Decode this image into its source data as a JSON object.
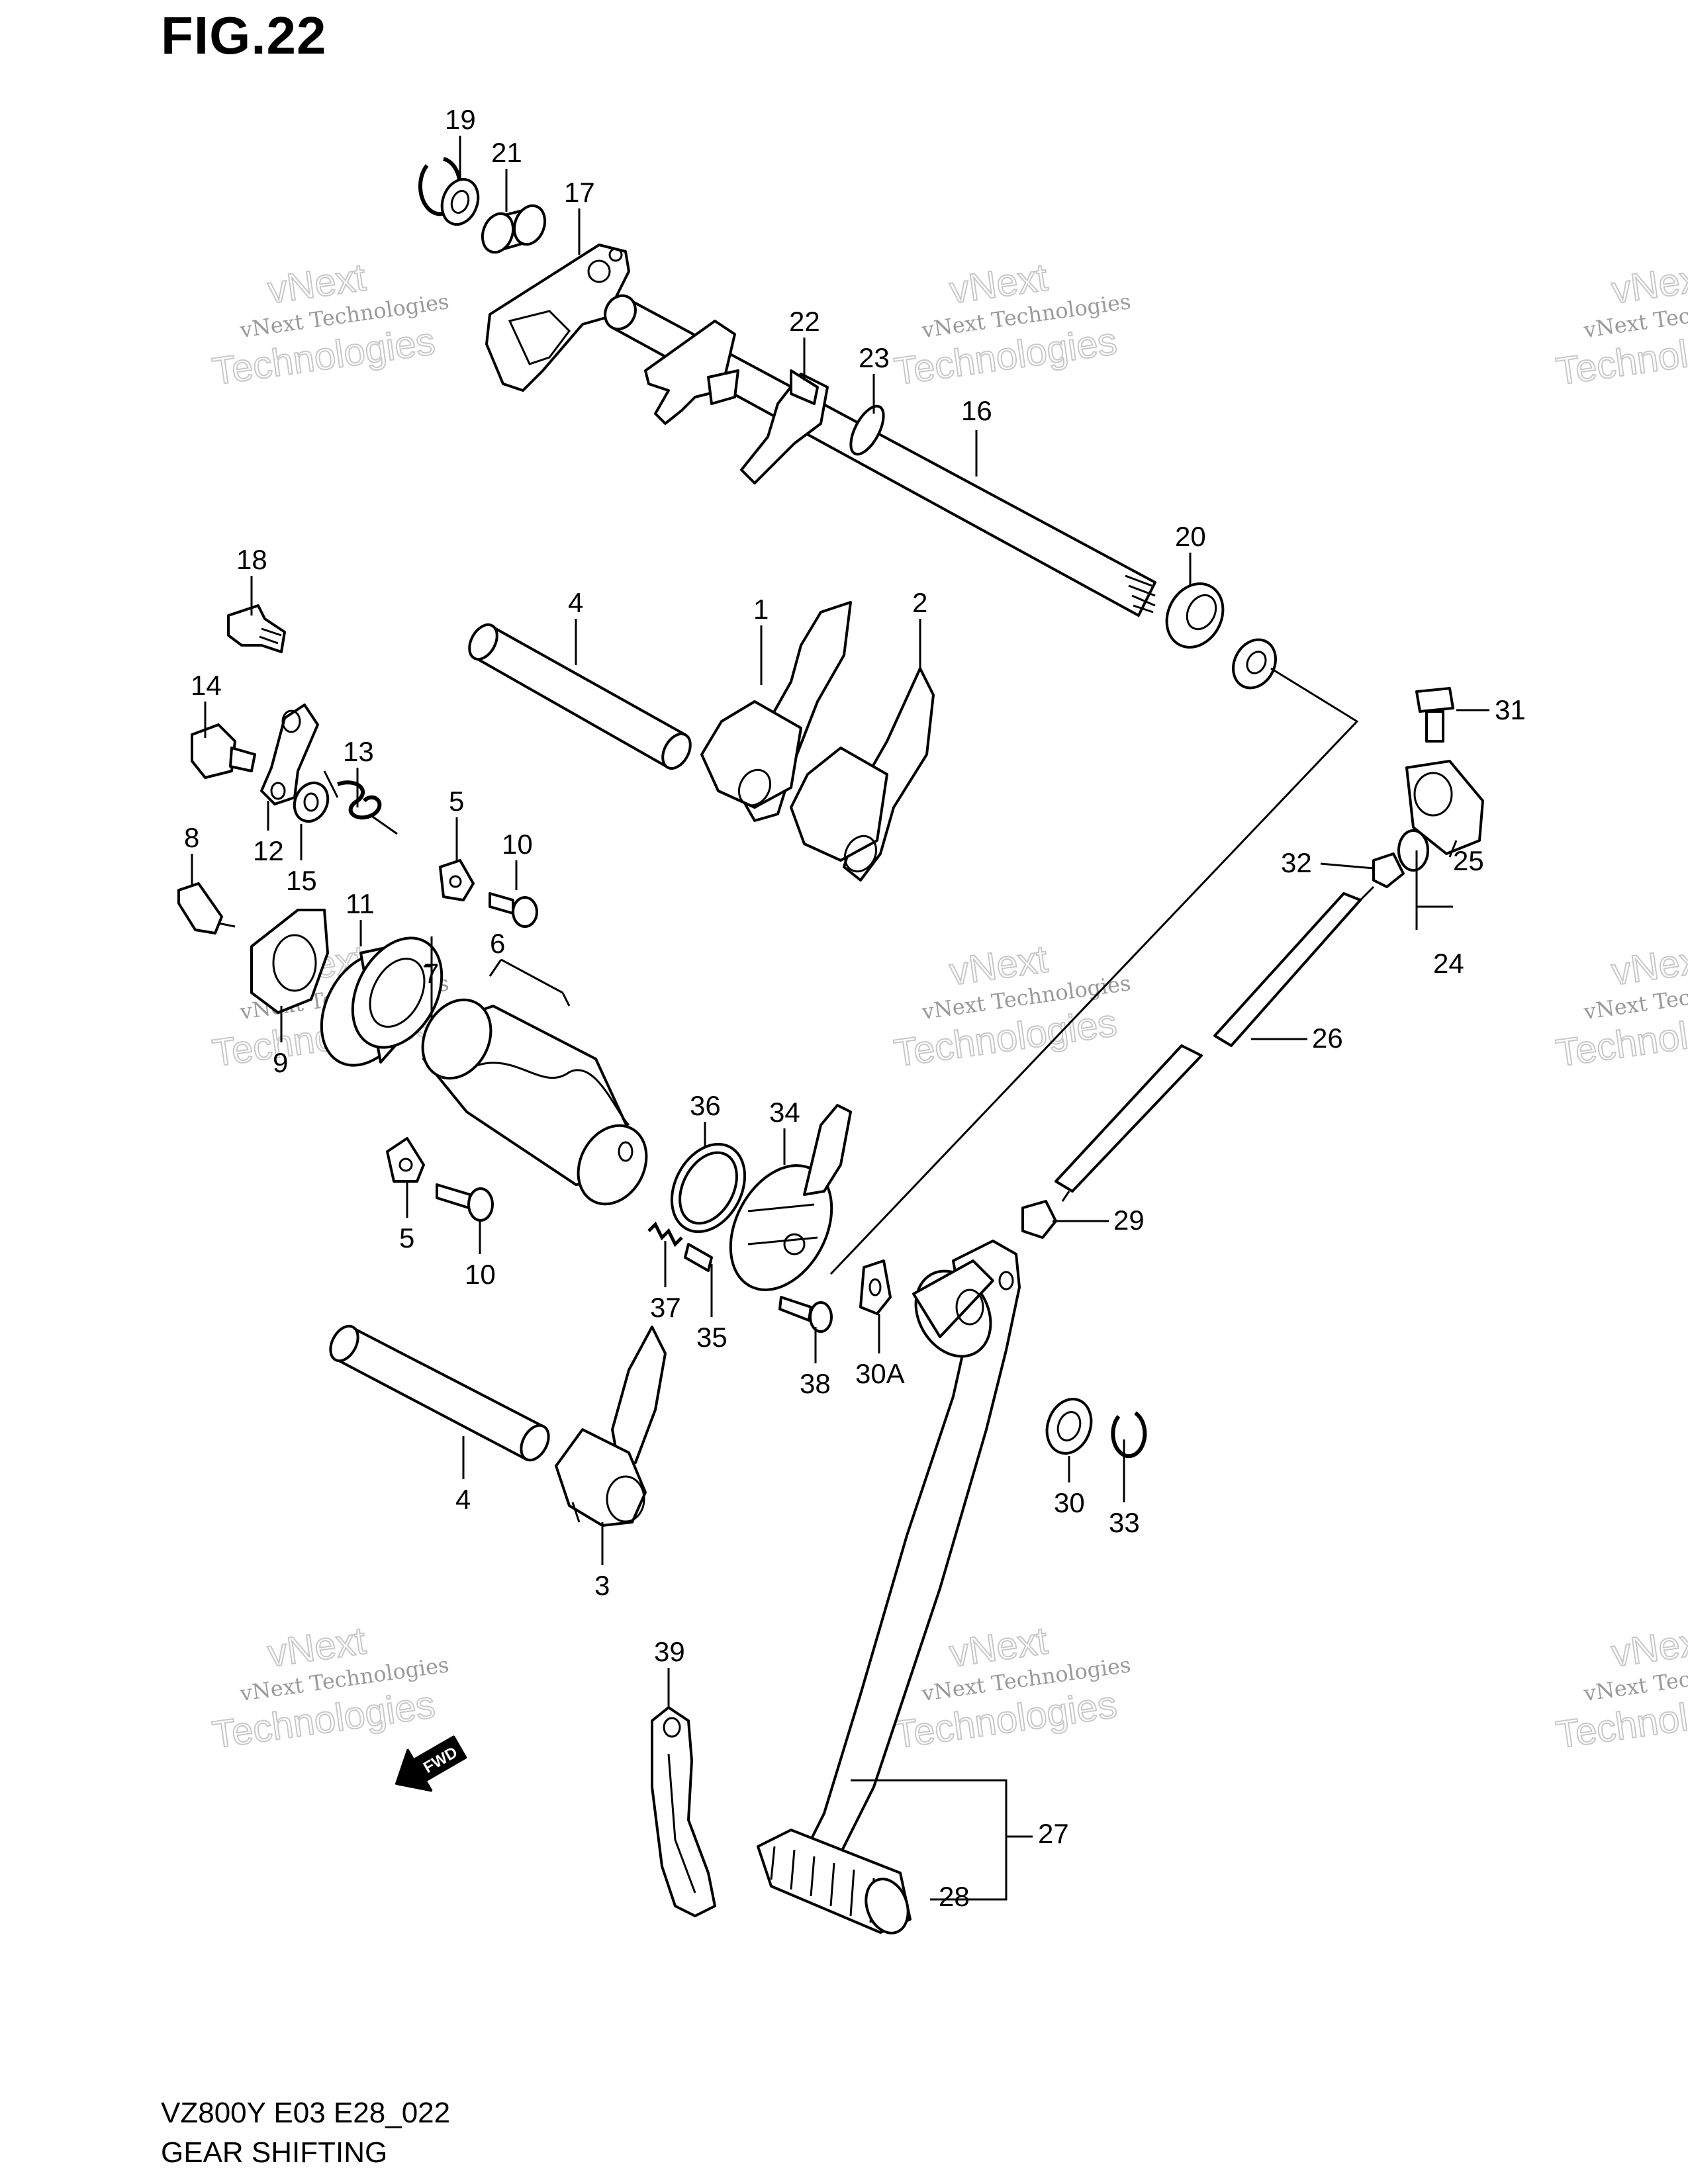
{
  "figure": {
    "title": "FIG.22",
    "model_code": "VZ800Y E03 E28_022",
    "section_name": "GEAR SHIFTING",
    "fwd_label": "FWD"
  },
  "watermark": {
    "line_small": "vNext Technologies",
    "word_top": "vNext",
    "word_bottom": "Technologies"
  },
  "callouts": [
    "1",
    "2",
    "3",
    "4",
    "4",
    "5",
    "5",
    "6",
    "7",
    "8",
    "9",
    "10",
    "10",
    "11",
    "12",
    "13",
    "14",
    "15",
    "16",
    "17",
    "18",
    "19",
    "20",
    "21",
    "22",
    "23",
    "24",
    "25",
    "26",
    "27",
    "28",
    "29",
    "30",
    "30A",
    "31",
    "32",
    "33",
    "34",
    "35",
    "36",
    "37",
    "38",
    "39"
  ]
}
